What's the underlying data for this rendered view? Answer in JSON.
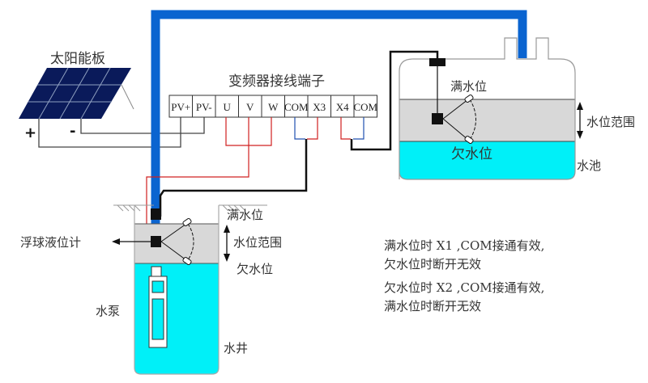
{
  "solar_panel": {
    "label": "太阳能板",
    "plus": "+",
    "minus": "-"
  },
  "inverter": {
    "title": "变频器接线端子",
    "terminals": [
      "PV+",
      "PV-",
      "U",
      "V",
      "W",
      "COM",
      "X3",
      "X4",
      "COM"
    ]
  },
  "tank": {
    "full_level": "满水位",
    "low_level": "欠水位",
    "range": "水位范围",
    "name": "水池"
  },
  "well": {
    "full_level": "满水位",
    "range": "水位范围",
    "low_level": "欠水位",
    "float_gauge": "浮球液位计",
    "pump": "水泵",
    "name": "水井"
  },
  "notes": [
    "满水位时 X1 ,COM接通有效,",
    "欠水位时断开无效",
    "欠水位时 X2 ,COM接通有效,",
    "满水位时断开无效"
  ],
  "colors": {
    "pipe": "#0a64d0",
    "water": "#00f0f8",
    "range_band": "#d8d8d8",
    "panel": "#0a1a5a",
    "wire_red": "#d02020",
    "wire_blue": "#2050b0"
  }
}
